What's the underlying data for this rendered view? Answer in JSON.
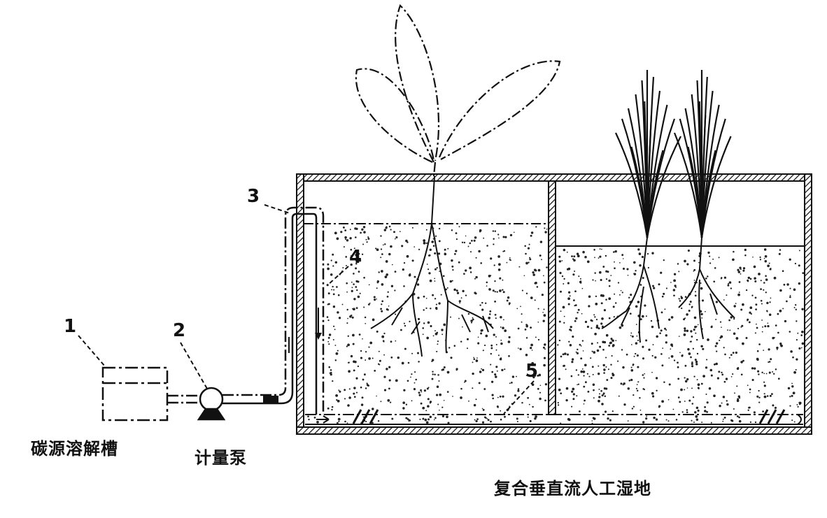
{
  "callouts": {
    "n1": "1",
    "n2": "2",
    "n3": "3",
    "n4": "4",
    "n5": "5"
  },
  "captions": {
    "carbon_tank": "碳源溶解槽",
    "metering_pump": "计量泵",
    "wetland": "复合垂直流人工湿地"
  },
  "colors": {
    "ink": "#111111",
    "background": "#ffffff"
  }
}
